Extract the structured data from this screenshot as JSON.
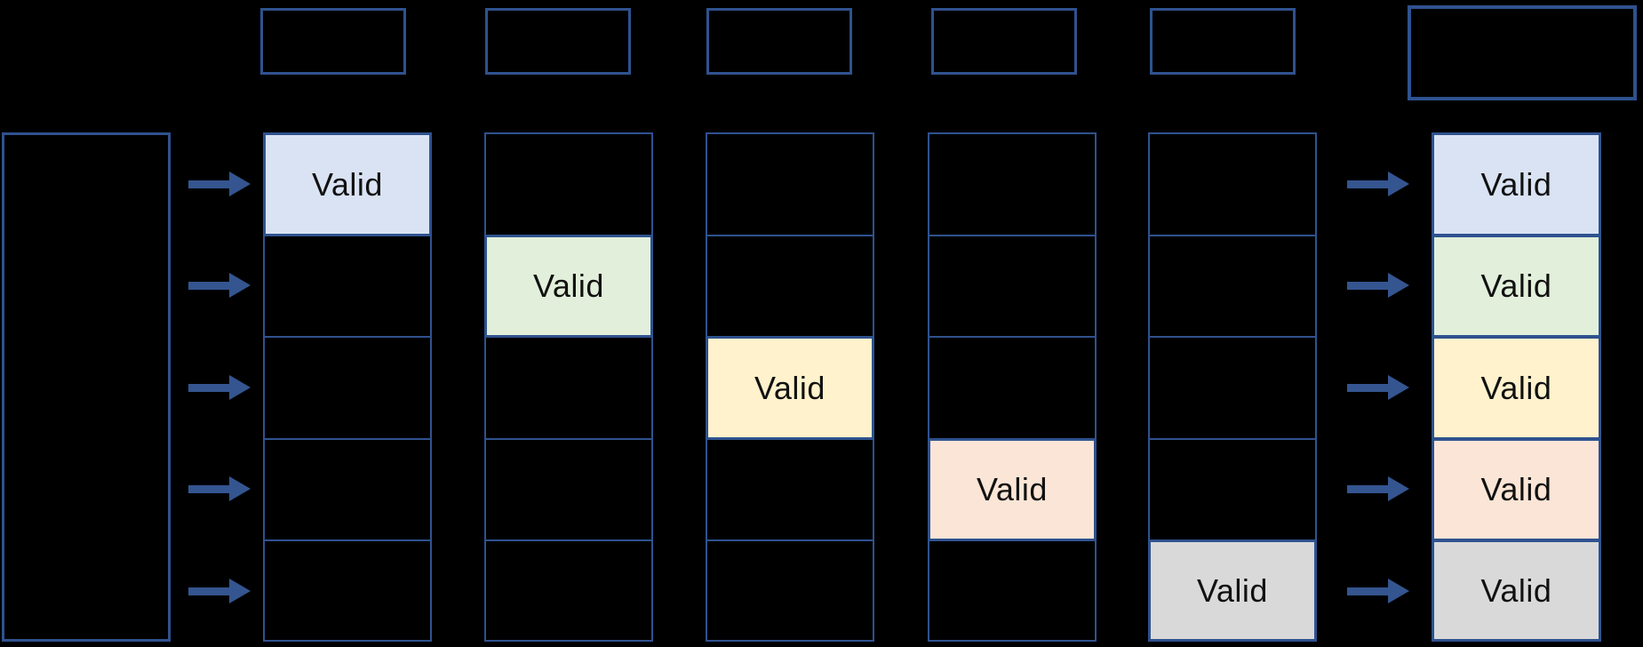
{
  "valid_label": "Valid",
  "colors": {
    "background": "#000000",
    "box_border": "#2f528f",
    "arrow": "#34558f",
    "text": "#111111",
    "valid_fills": {
      "blue": "#dae3f3",
      "green": "#e2efda",
      "yellow": "#fff2cc",
      "peach": "#fbe5d6",
      "gray": "#d9d9d9"
    }
  },
  "header_boxes": [
    {
      "id": 1,
      "label": ""
    },
    {
      "id": 2,
      "label": ""
    },
    {
      "id": 3,
      "label": ""
    },
    {
      "id": 4,
      "label": ""
    },
    {
      "id": 5,
      "label": ""
    }
  ],
  "result_header_box": {
    "label": ""
  },
  "source_box": {
    "label": ""
  },
  "columns": [
    {
      "id": 1,
      "rows": 5,
      "valid_row": 1,
      "valid_color": "blue"
    },
    {
      "id": 2,
      "rows": 5,
      "valid_row": 2,
      "valid_color": "green"
    },
    {
      "id": 3,
      "rows": 5,
      "valid_row": 3,
      "valid_color": "yellow"
    },
    {
      "id": 4,
      "rows": 5,
      "valid_row": 4,
      "valid_color": "peach"
    },
    {
      "id": 5,
      "rows": 5,
      "valid_row": 5,
      "valid_color": "gray"
    }
  ],
  "result_column": {
    "cells": [
      {
        "row": 1,
        "label": "Valid",
        "color": "blue"
      },
      {
        "row": 2,
        "label": "Valid",
        "color": "green"
      },
      {
        "row": 3,
        "label": "Valid",
        "color": "yellow"
      },
      {
        "row": 4,
        "label": "Valid",
        "color": "peach"
      },
      {
        "row": 5,
        "label": "Valid",
        "color": "gray"
      }
    ]
  },
  "input_arrow_rows": [
    1,
    2,
    3,
    4,
    5
  ],
  "output_arrow_rows": [
    1,
    2,
    3,
    4,
    5
  ]
}
